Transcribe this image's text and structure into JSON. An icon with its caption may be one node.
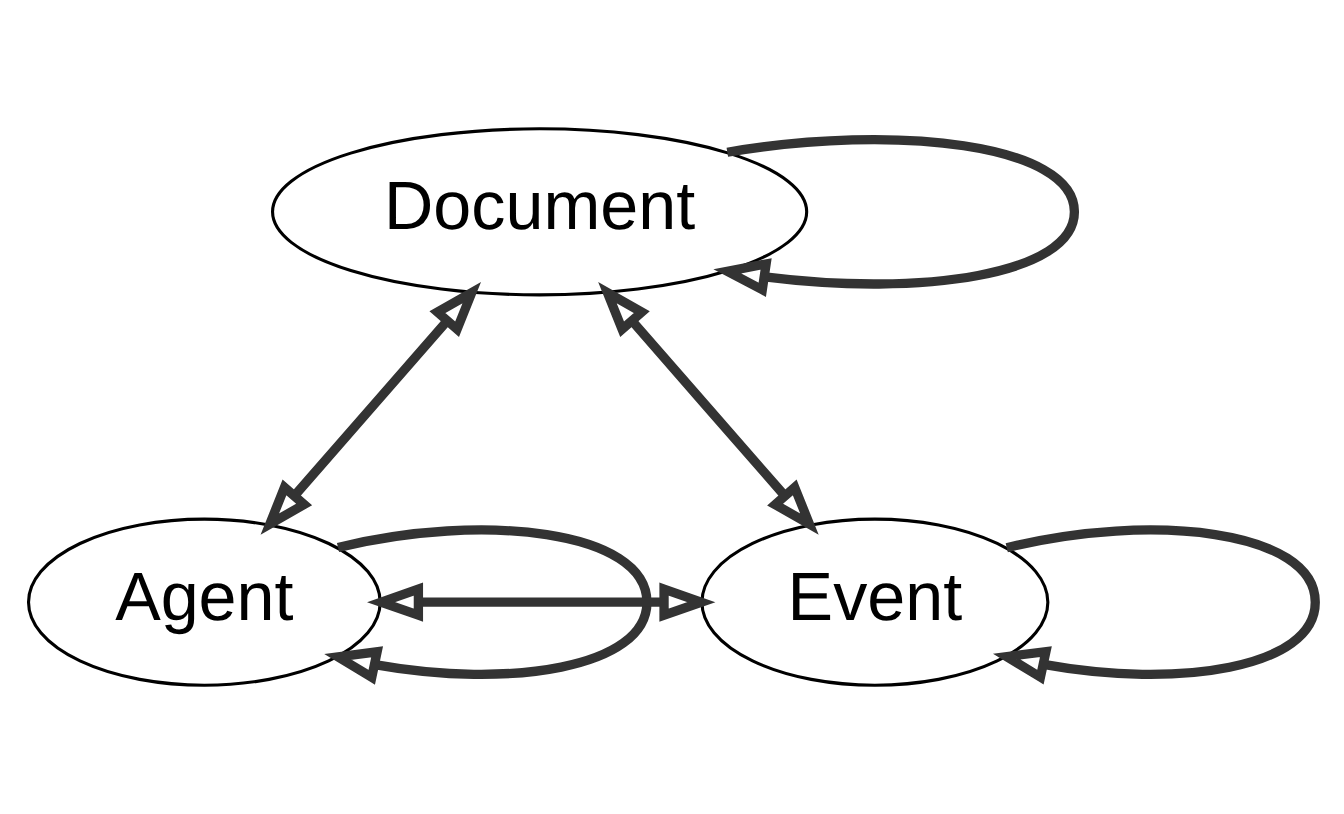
{
  "diagram": {
    "nodes": [
      {
        "text": [
          "Document"
        ]
      },
      {
        "text": [
          "Agent"
        ]
      },
      {
        "text": [
          "Event"
        ]
      }
    ],
    "edges": [
      {
        "from": 0,
        "to": 0,
        "arrow": "to"
      },
      {
        "from": 0,
        "to": 1,
        "arrow": "both"
      },
      {
        "from": 0,
        "to": 2,
        "arrow": "both"
      },
      {
        "from": 1,
        "to": 2,
        "arrow": "both"
      },
      {
        "from": 1,
        "to": 1,
        "arrow": "to"
      },
      {
        "from": 2,
        "to": 2,
        "arrow": "to"
      }
    ]
  }
}
